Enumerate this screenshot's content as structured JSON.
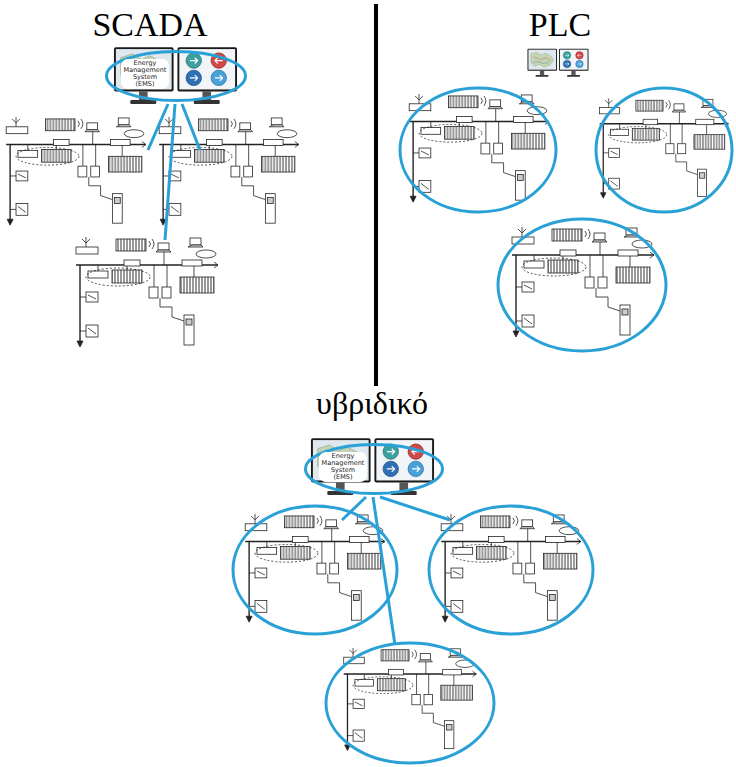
{
  "diagram": {
    "nodes": [
      {
        "text": [
          "Energy Management System (EMS)"
        ]
      },
      {
        "text": [
          "Energy Management System (EMS)"
        ]
      }
    ],
    "labels": [
      "SCADA",
      "PLC",
      "υβριδικό"
    ]
  }
}
